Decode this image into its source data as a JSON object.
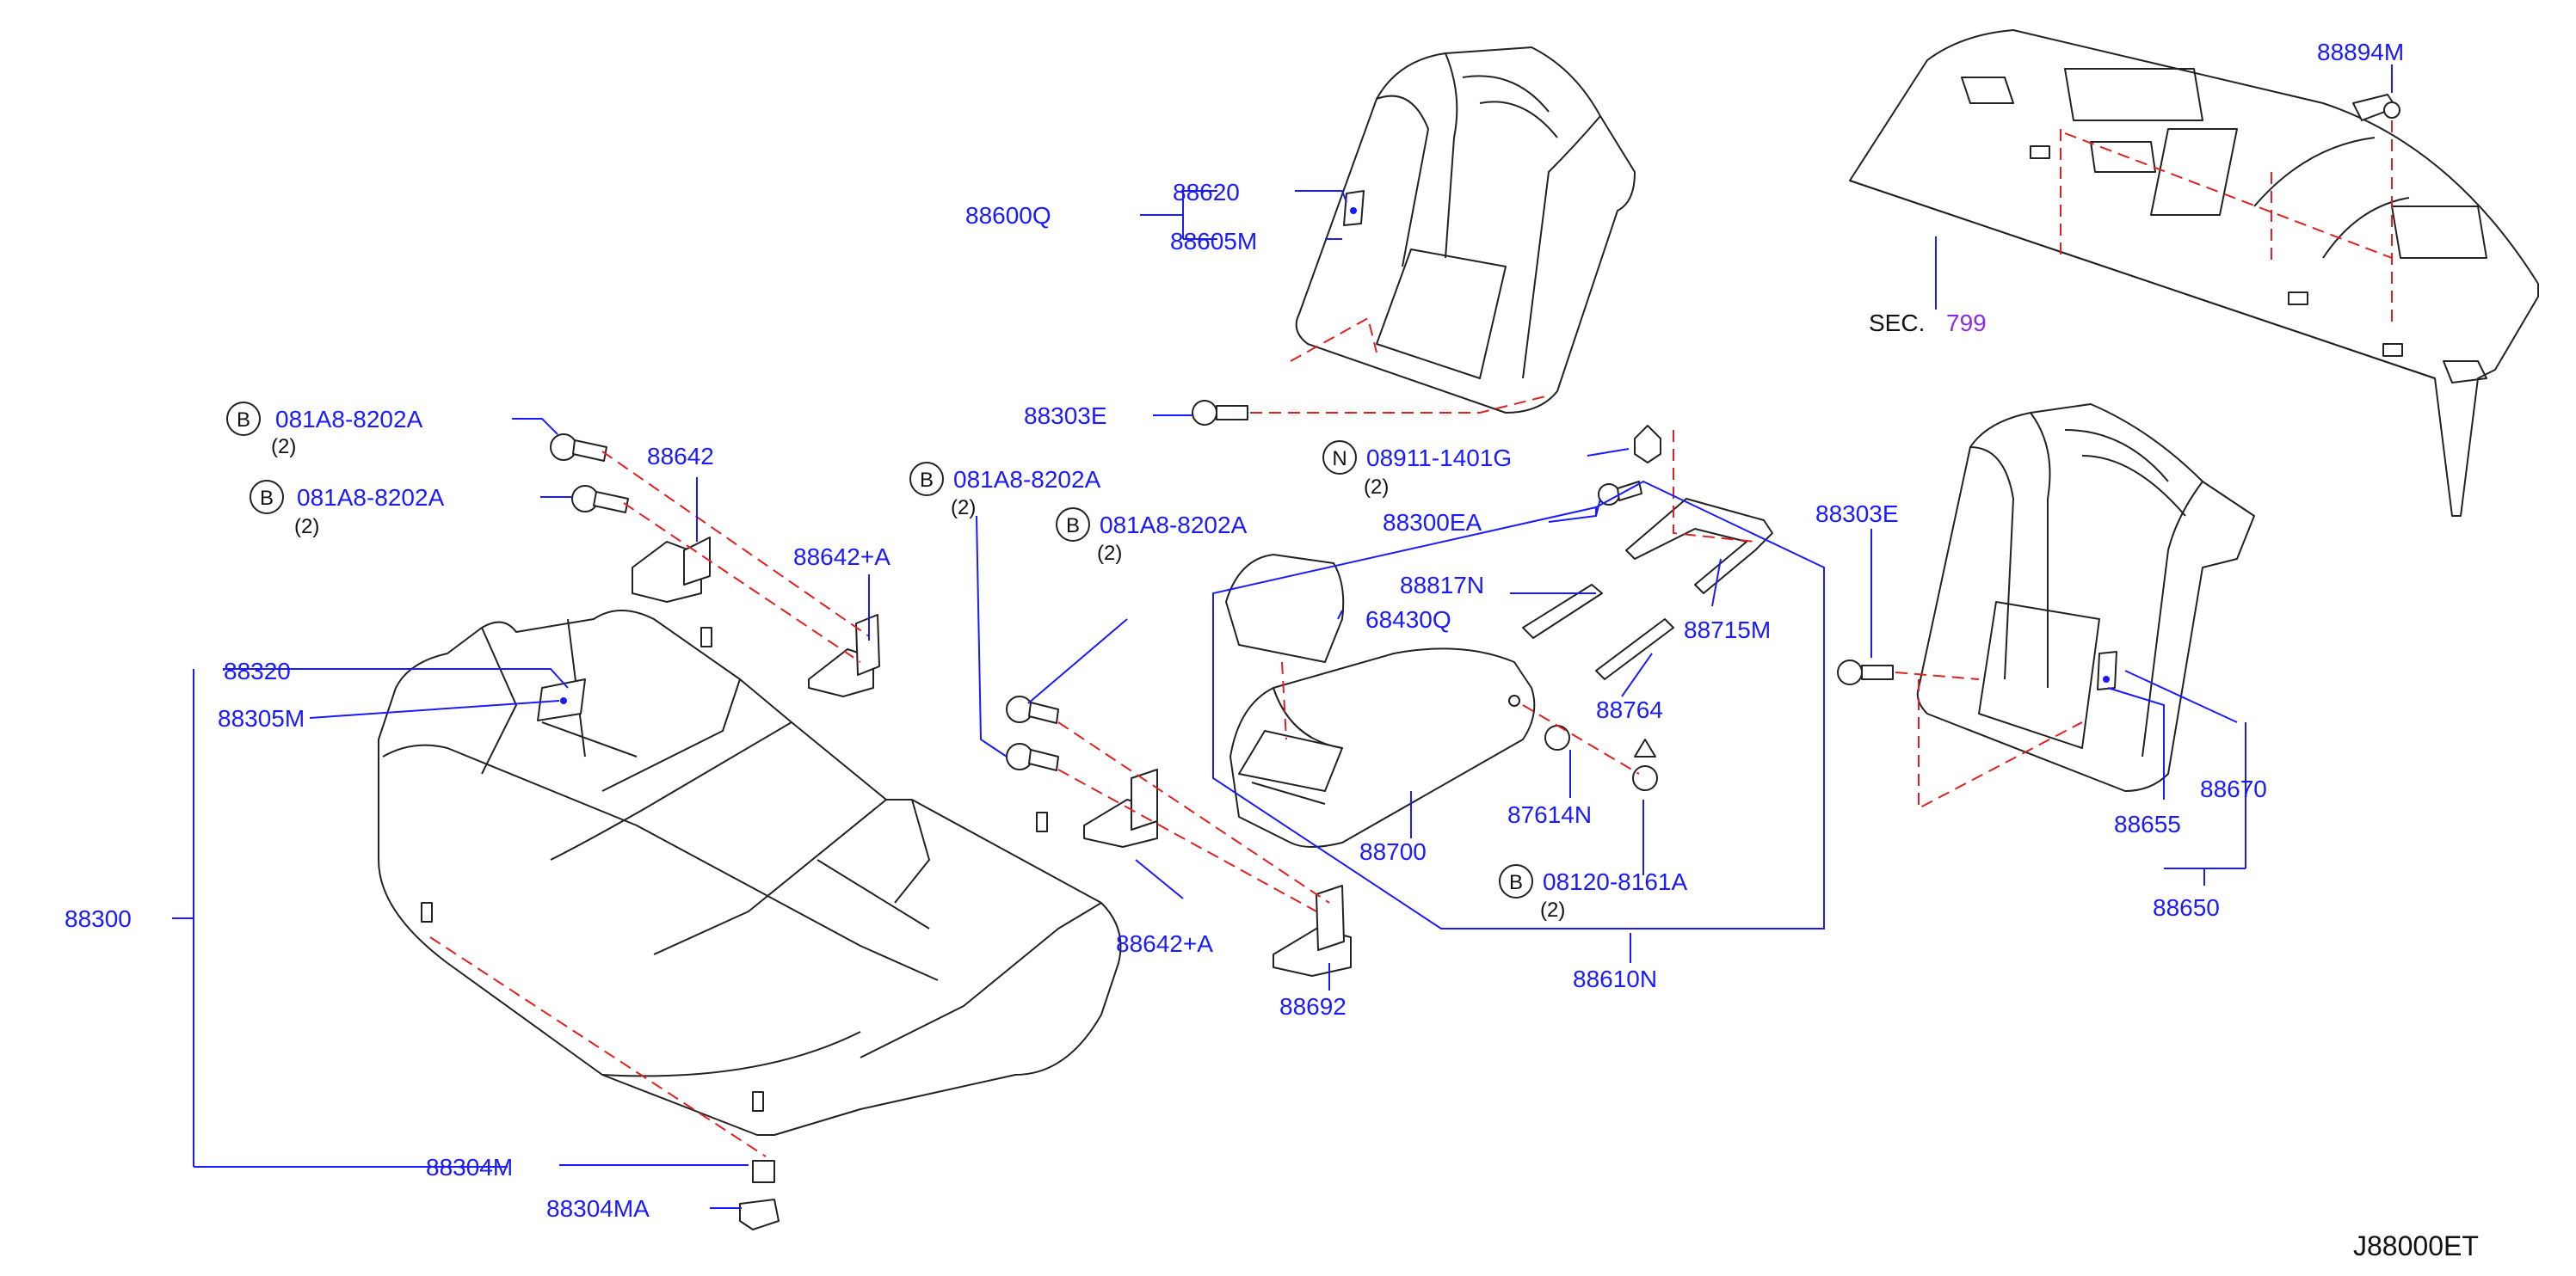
{
  "labels": {
    "p88620": "88620",
    "p88600Q": "88600Q",
    "p88605M": "88605M",
    "p88303E_left": "88303E",
    "p88894M": "88894M",
    "sec": "SEC.",
    "sec_num": "799",
    "b_081A8_1": "081A8-8202A",
    "b_081A8_2": "081A8-8202A",
    "b_081A8_3": "081A8-8202A",
    "b_081A8_4": "081A8-8202A",
    "n_08911": "08911-1401G",
    "b_08120": "08120-8161A",
    "p88642": "88642",
    "p88642A_top": "88642+A",
    "p88642A_bot": "88642+A",
    "p88300EA": "88300EA",
    "p88303E_right": "88303E",
    "p88817N": "88817N",
    "p68430Q": "68430Q",
    "p88715M": "88715M",
    "p88320": "88320",
    "p88305M": "88305M",
    "p88764": "88764",
    "p88670": "88670",
    "p87614N": "87614N",
    "p88655": "88655",
    "p88700": "88700",
    "p88650": "88650",
    "p88300": "88300",
    "p88692": "88692",
    "p88610N": "88610N",
    "p88304M": "88304M",
    "p88304MA": "88304MA",
    "diagram_code": "J88000ET"
  },
  "quantities": {
    "q1": "(2)",
    "q2": "(2)",
    "q3": "(2)",
    "q4": "(2)",
    "q_n": "(2)",
    "q_b08120": "(2)"
  },
  "circle_letters": {
    "b": "B",
    "n": "N"
  },
  "colors": {
    "label": "#1a1aff",
    "text": "#111111",
    "section_ref": "#8b2be2",
    "dashed_line": "#e02020",
    "outline": "#222222"
  }
}
